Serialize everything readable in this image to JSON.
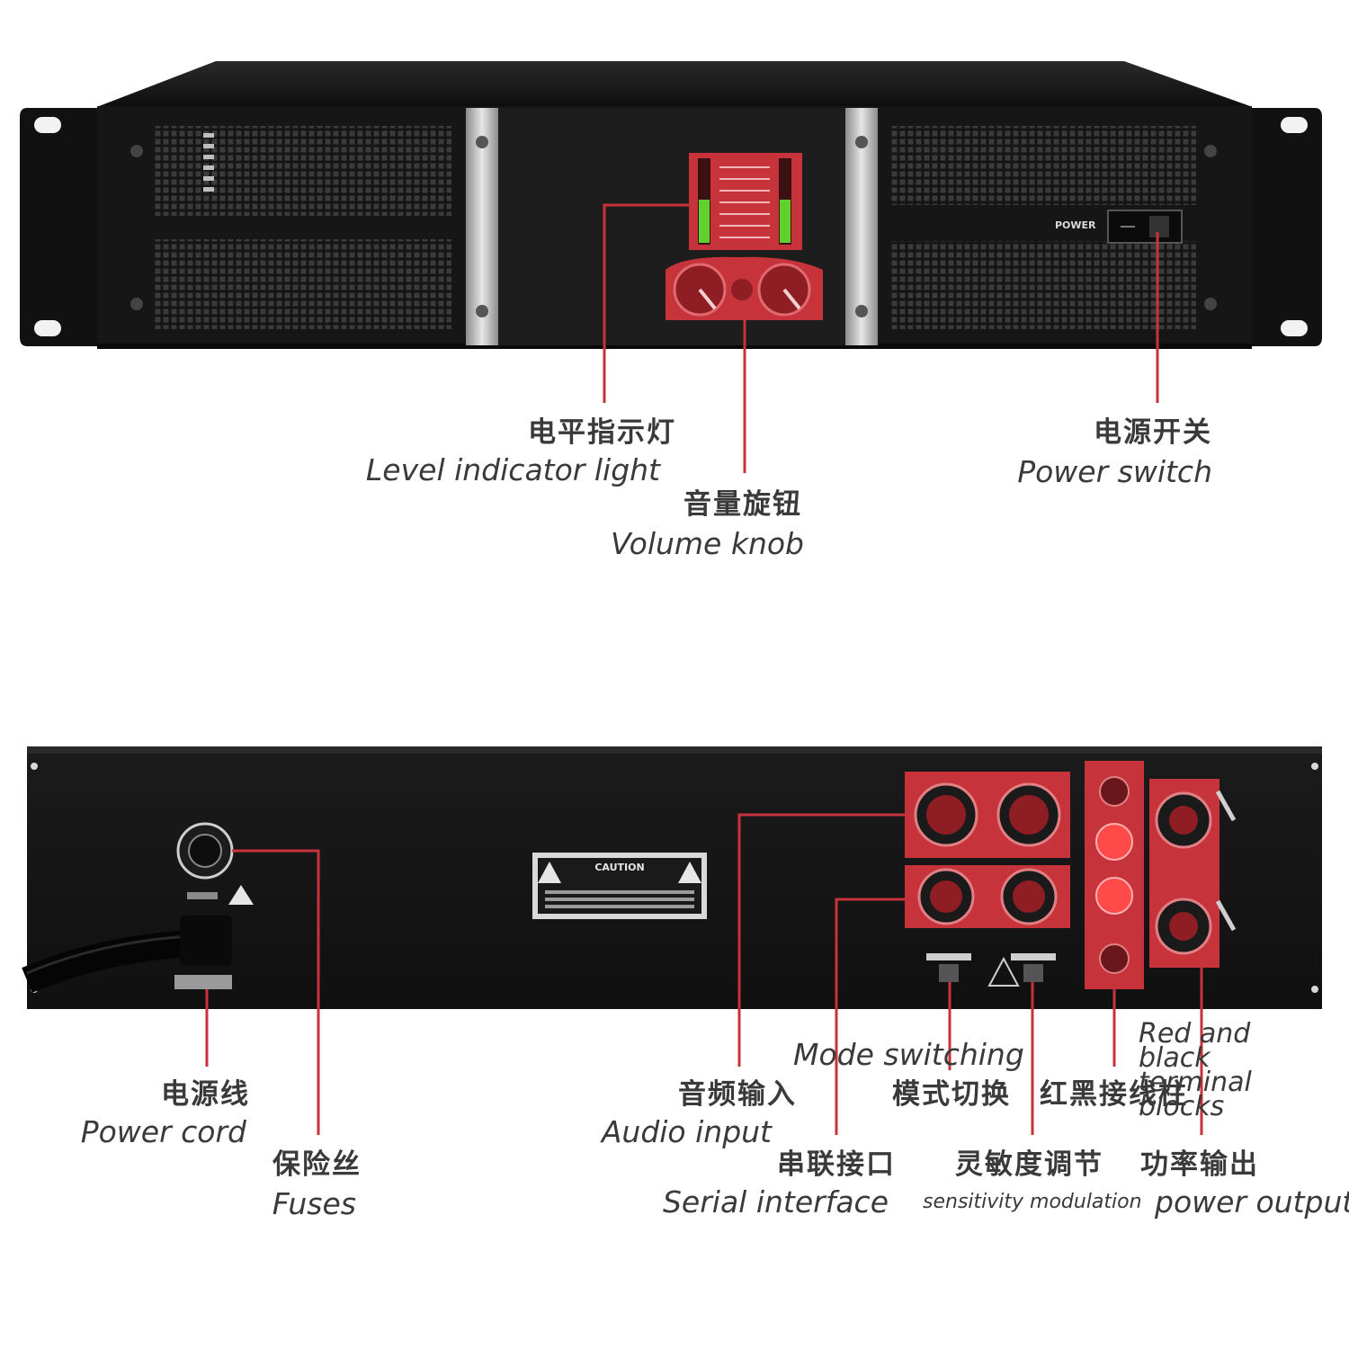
{
  "colors": {
    "chassis": "#151515",
    "panel": "#1e1e1e",
    "grille": "#3a3a3a",
    "silver": "#c9c9c9",
    "highlight_red": "#d3343a",
    "leader_red": "#c8323a",
    "led_green": "#5fd02c",
    "text": "#3a3a3a"
  },
  "front_panel": {
    "power_label": "POWER",
    "labels": {
      "level_indicator": {
        "zh": "电平指示灯",
        "en": "Level indicator light"
      },
      "volume_knob": {
        "zh": "音量旋钮",
        "en": "Volume knob"
      },
      "power_switch": {
        "zh": "电源开关",
        "en": "Power switch"
      }
    }
  },
  "rear_panel": {
    "caution_label": "CAUTION",
    "labels": {
      "power_cord": {
        "zh": "电源线",
        "en": "Power cord"
      },
      "fuses": {
        "zh": "保险丝",
        "en": "Fuses"
      },
      "audio_input": {
        "zh": "音频输入",
        "en": "Audio input"
      },
      "serial_interface": {
        "zh": "串联接口",
        "en": "Serial interface"
      },
      "mode_switching": {
        "zh": "模式切换",
        "en": "Mode switching"
      },
      "sensitivity": {
        "zh": "灵敏度调节",
        "en": "sensitivity modulation"
      },
      "terminal_blocks": {
        "zh": "红黑接线柱",
        "en": "Red and black terminal blocks"
      },
      "power_output": {
        "zh": "功率输出",
        "en": "power output"
      }
    }
  }
}
